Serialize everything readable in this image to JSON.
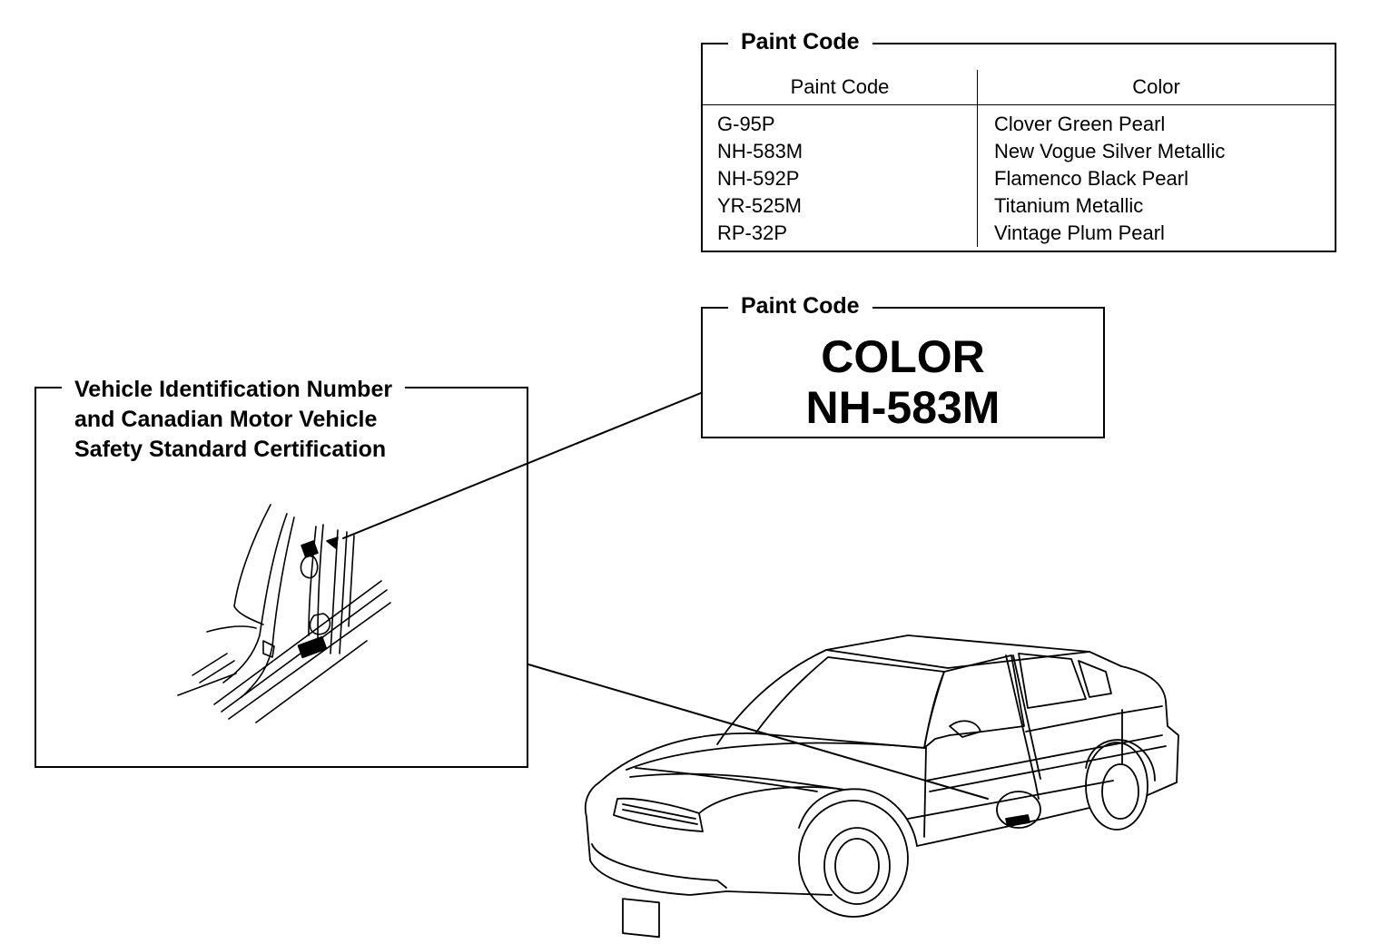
{
  "paint_code_table": {
    "title": "Paint Code",
    "headers": [
      "Paint Code",
      "Color"
    ],
    "rows": [
      {
        "code": "G-95P",
        "color": "Clover Green Pearl"
      },
      {
        "code": "NH-583M",
        "color": "New Vogue Silver Metallic"
      },
      {
        "code": "NH-592P",
        "color": "Flamenco Black Pearl"
      },
      {
        "code": "YR-525M",
        "color": "Titanium Metallic"
      },
      {
        "code": "RP-32P",
        "color": "Vintage Plum Pearl"
      }
    ]
  },
  "paint_code_label": {
    "title": "Paint Code",
    "line1": "COLOR",
    "line2": "NH-583M"
  },
  "vin_callout": {
    "title_lines": [
      "Vehicle Identification Number",
      "and Canadian Motor Vehicle",
      "Safety Standard Certification"
    ]
  }
}
